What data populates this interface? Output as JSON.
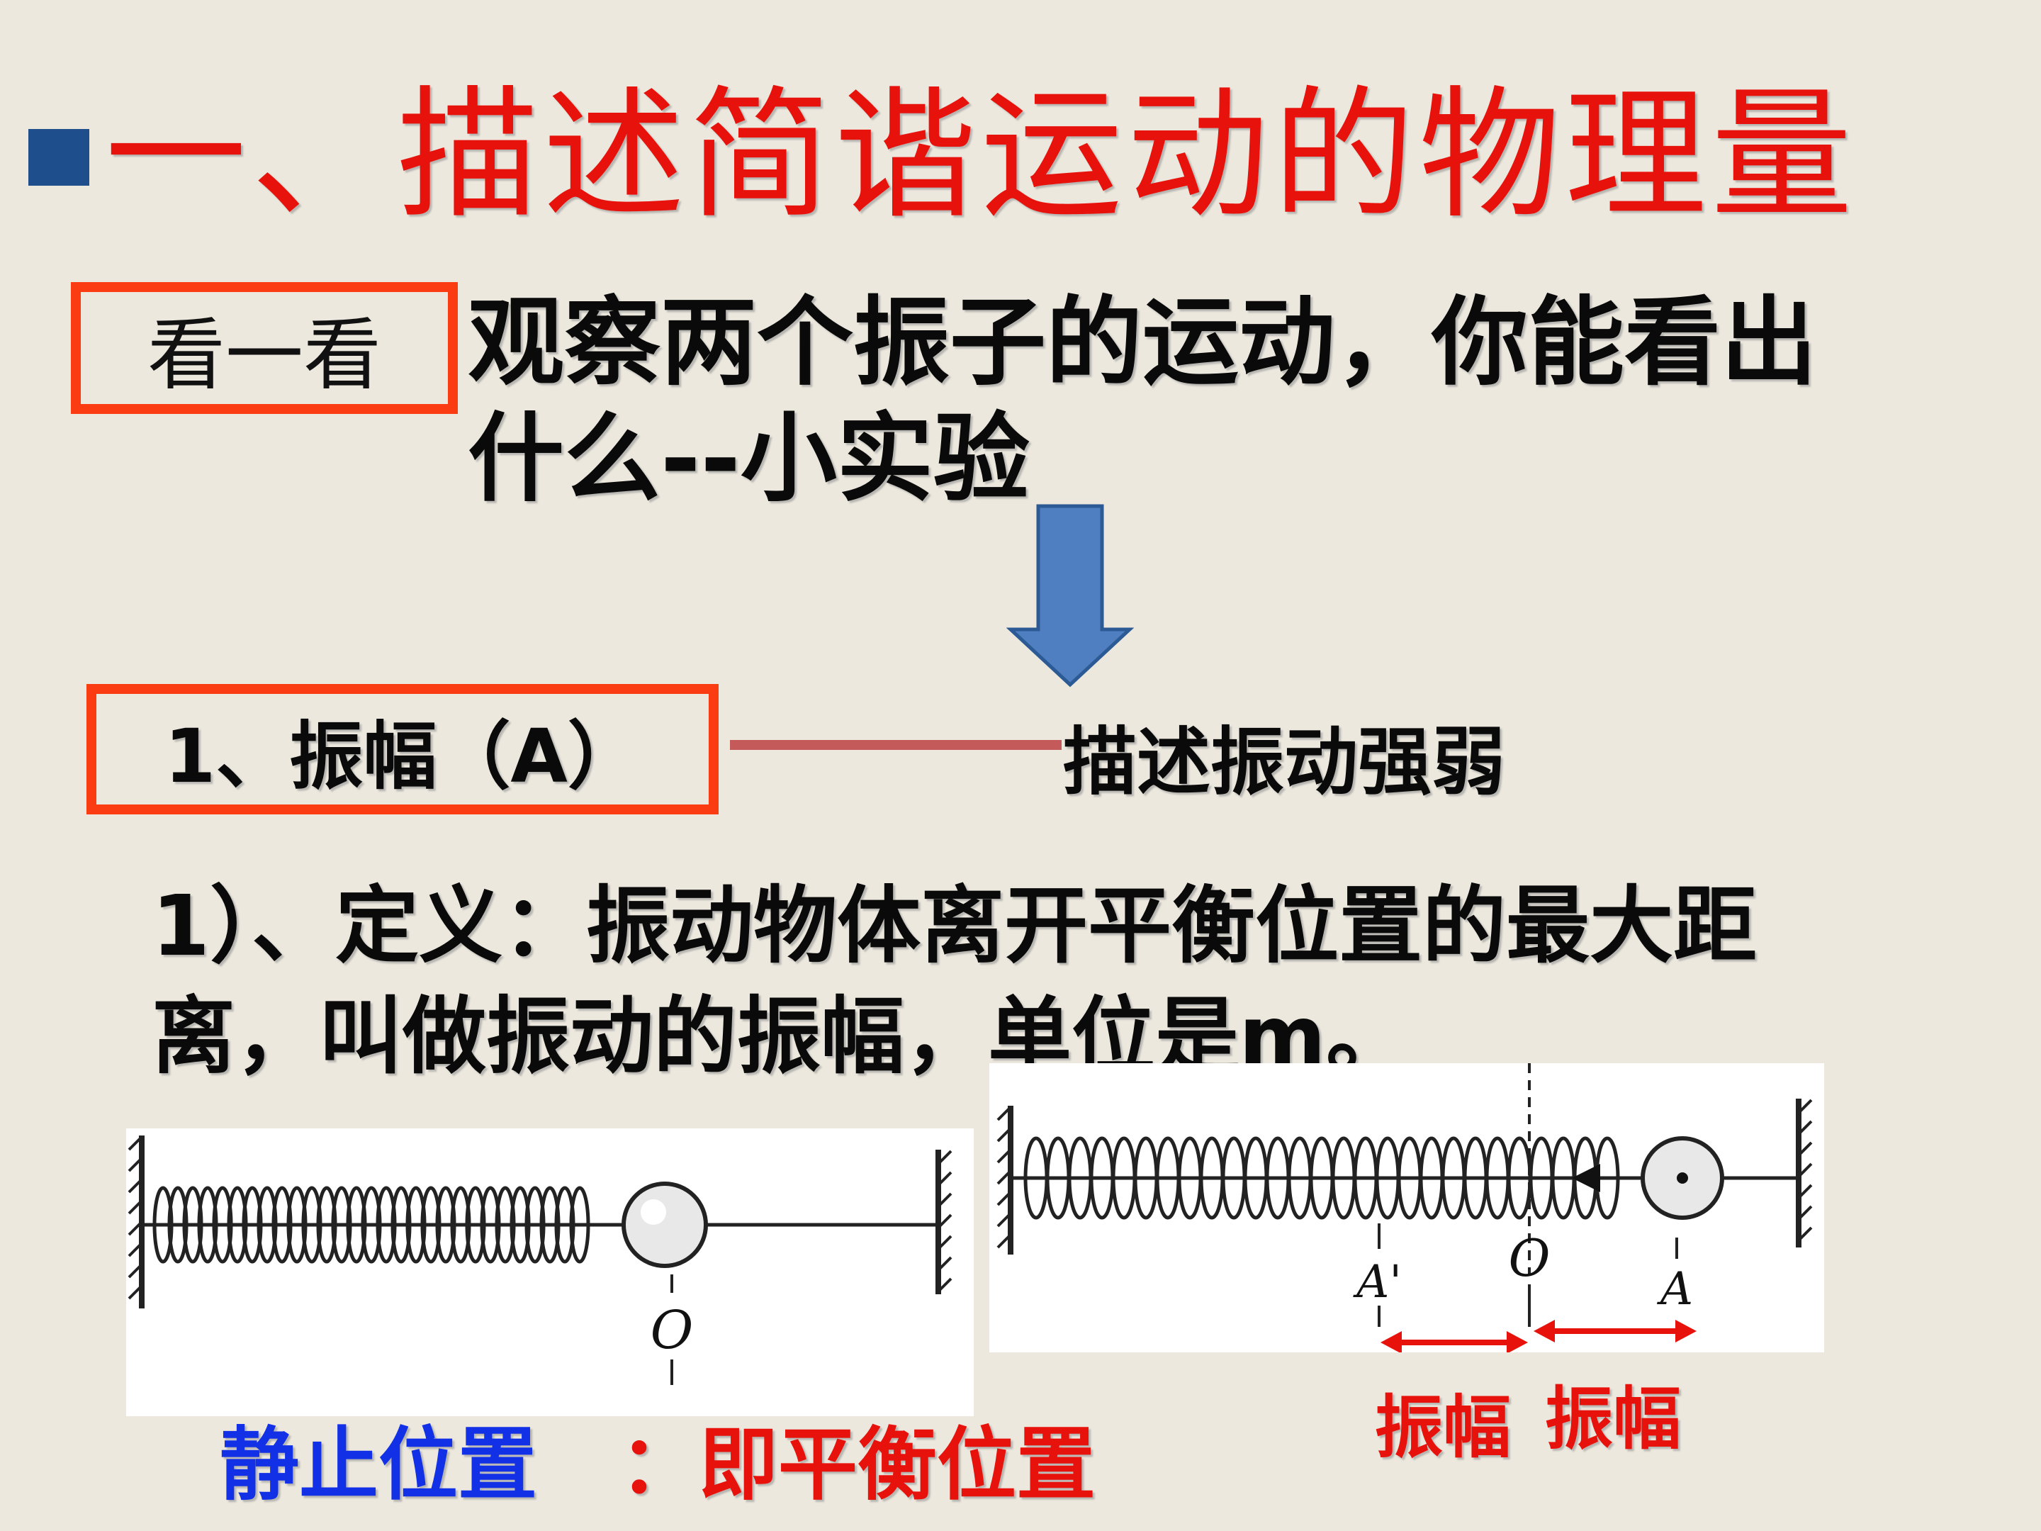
{
  "slide": {
    "title": "一、描述简谐运动的物理量",
    "look_label": "看一看",
    "observe_text": "观察两个振子的运动，你能看出什么--小实验",
    "amplitude_label": "1、振幅（A）",
    "amplitude_desc": "描述振动强弱",
    "definition": "1）、定义：振动物体离开平衡位置的最大距离，叫做振动的振幅，单位是m。",
    "caption_static": "静止位置",
    "caption_equilibrium": "：即平衡位置",
    "amp_tag_left": "振幅",
    "amp_tag_right": "振幅"
  },
  "diagram_left": {
    "label_o": "O"
  },
  "diagram_right": {
    "label_a_prime": "A'",
    "label_o": "O",
    "label_a": "A"
  },
  "colors": {
    "title_red": "#e8120c",
    "box_orange": "#fb3c12",
    "bullet_blue": "#1f4e8c",
    "arrow_blue": "#4f7fc0",
    "caption_blue": "#1230e6"
  }
}
